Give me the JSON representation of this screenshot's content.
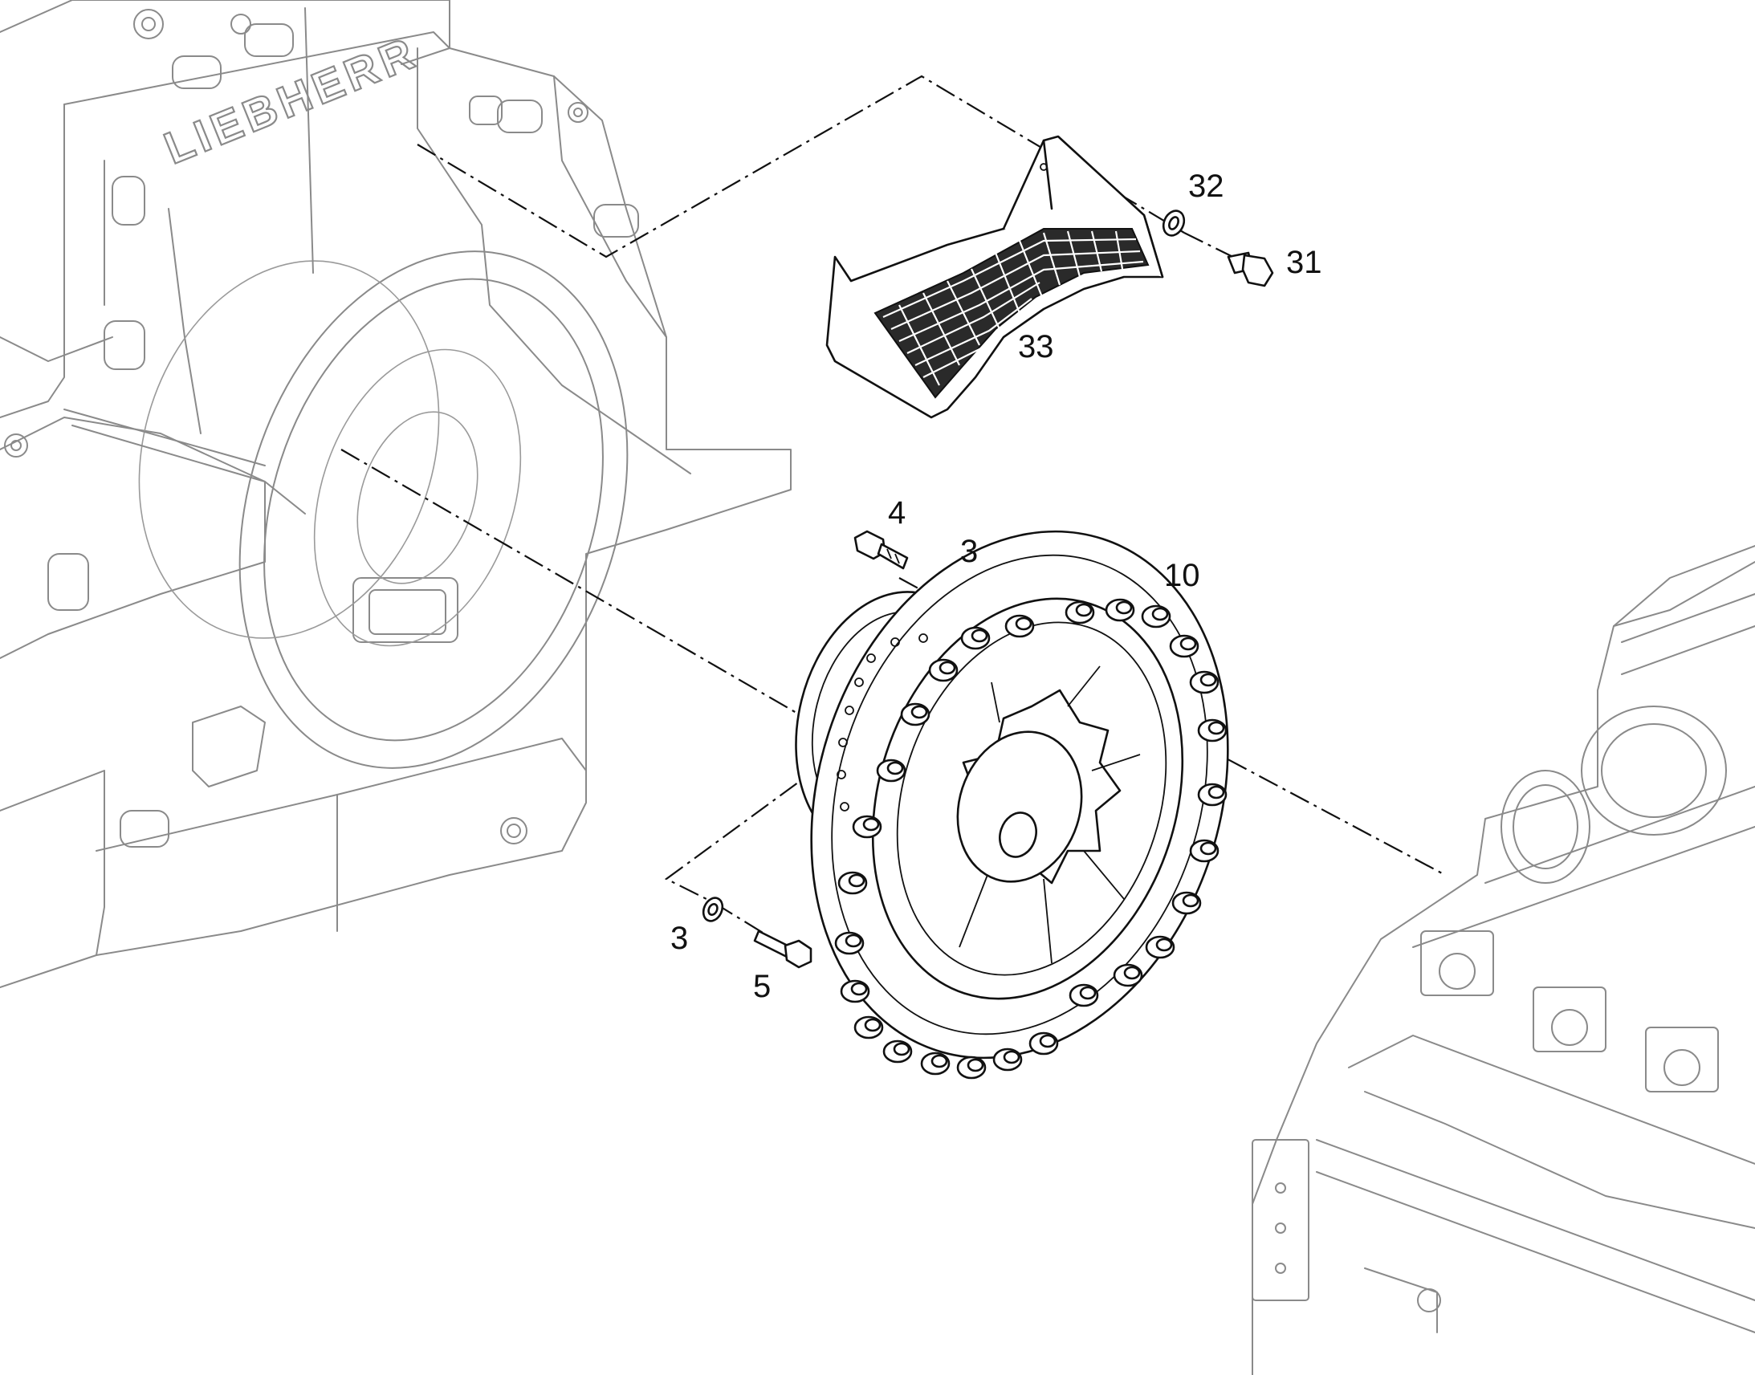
{
  "brand_text": "LIEBHERR",
  "callouts": {
    "c31": "31",
    "c32": "32",
    "c33": "33",
    "c4": "4",
    "c3_upper": "3",
    "c10": "10",
    "c3_lower": "3",
    "c5": "5"
  },
  "colors": {
    "line": "#111111",
    "ghost_line": "#8a8a8a",
    "background": "#ffffff"
  }
}
